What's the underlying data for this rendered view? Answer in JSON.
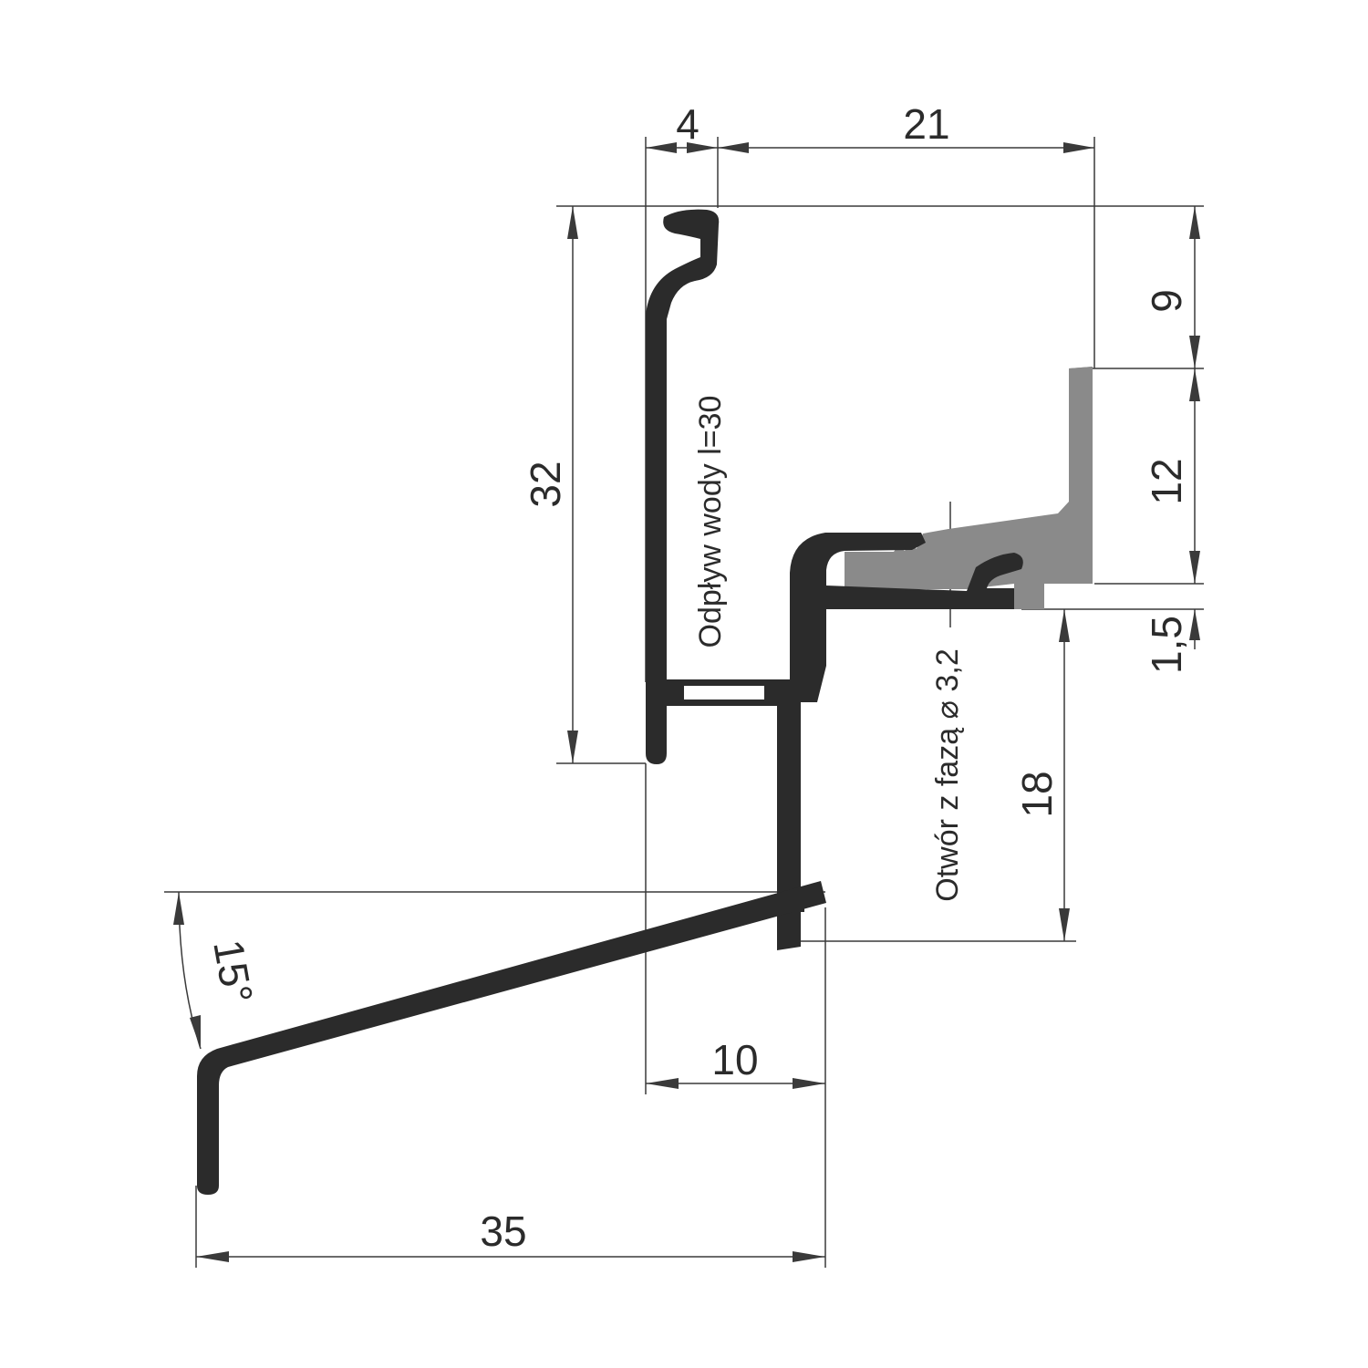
{
  "colors": {
    "profile": "#2b2b2b",
    "gasket": "#8a8a8a",
    "dimension_lines": "#3a3a3a",
    "background": "#ffffff"
  },
  "dimensions": {
    "d4": "4",
    "d21": "21",
    "d32": "32",
    "d9": "9",
    "d12": "12",
    "d1_5": "1,5",
    "d18": "18",
    "angle": "15°",
    "d10": "10",
    "d35": "35"
  },
  "notes": {
    "drainage": "Odpływ wody l=30",
    "hole": "Otwór z fazą ⌀ 3,2"
  }
}
